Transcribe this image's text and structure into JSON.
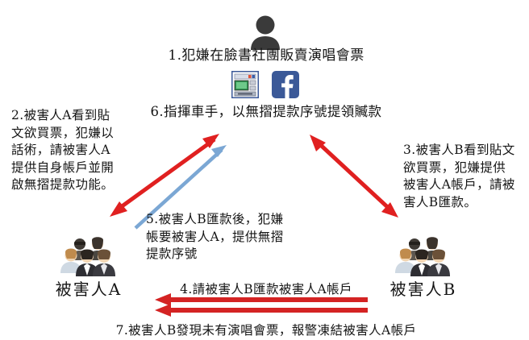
{
  "diagram": {
    "title_step": "1.犯嫌在臉書社團販賣演唱會票",
    "nodes": {
      "suspect": {
        "icon": "person-silhouette-icon",
        "caption": "1.犯嫌在臉書社團販賣演唱會票",
        "sub_icons": [
          "atm-icon",
          "facebook-icon"
        ],
        "withdraw_step": "6.指揮車手，以無摺提款序號提領贓款"
      },
      "victim_a": {
        "icon": "people-group-icon",
        "label": "被害人A"
      },
      "victim_b": {
        "icon": "people-group-icon",
        "label": "被害人B"
      }
    },
    "steps": {
      "step1": "1.犯嫌在臉書社團販賣演唱會票",
      "step2": "2.被害人A看到貼文欲買票，犯嫌以話術，請被害人A提供自身帳戶並開啟無摺提款功能。",
      "step3": "3.被害人B看到貼文欲買票，犯嫌提供被害人A帳戶，請被害人B匯款。",
      "step4": "4.請被害人B匯款被害人A帳戶",
      "step5": "5.被害人B匯款後，犯嫌帳要被害人A，提供無摺提款序號",
      "step6": "6.指揮車手，以無摺提款序號提領贓款",
      "step7": "7.被害人B發現未有演唱會票，報警凍結被害人A帳戶"
    },
    "arrows": [
      {
        "name": "arrow-suspect-victim-a",
        "color": "#e02020",
        "heads": "both",
        "direction": "diagonal-up-right"
      },
      {
        "name": "arrow-victim-a-suspect-blue",
        "color": "#6f9fd0",
        "heads": "end",
        "direction": "diagonal-up-right"
      },
      {
        "name": "arrow-suspect-victim-b",
        "color": "#e02020",
        "heads": "both",
        "direction": "diagonal-down-right"
      },
      {
        "name": "arrow-step4-b-to-a",
        "color": "#d42323",
        "heads": "start",
        "direction": "left"
      },
      {
        "name": "arrow-step7-b-to-a",
        "color": "#d42323",
        "heads": "start",
        "direction": "left"
      }
    ],
    "colors": {
      "red_arrow": "#e02020",
      "blue_arrow": "#6f9fd0",
      "facebook_blue": "#3b5998",
      "text": "#151515",
      "background": "#ffffff"
    }
  }
}
